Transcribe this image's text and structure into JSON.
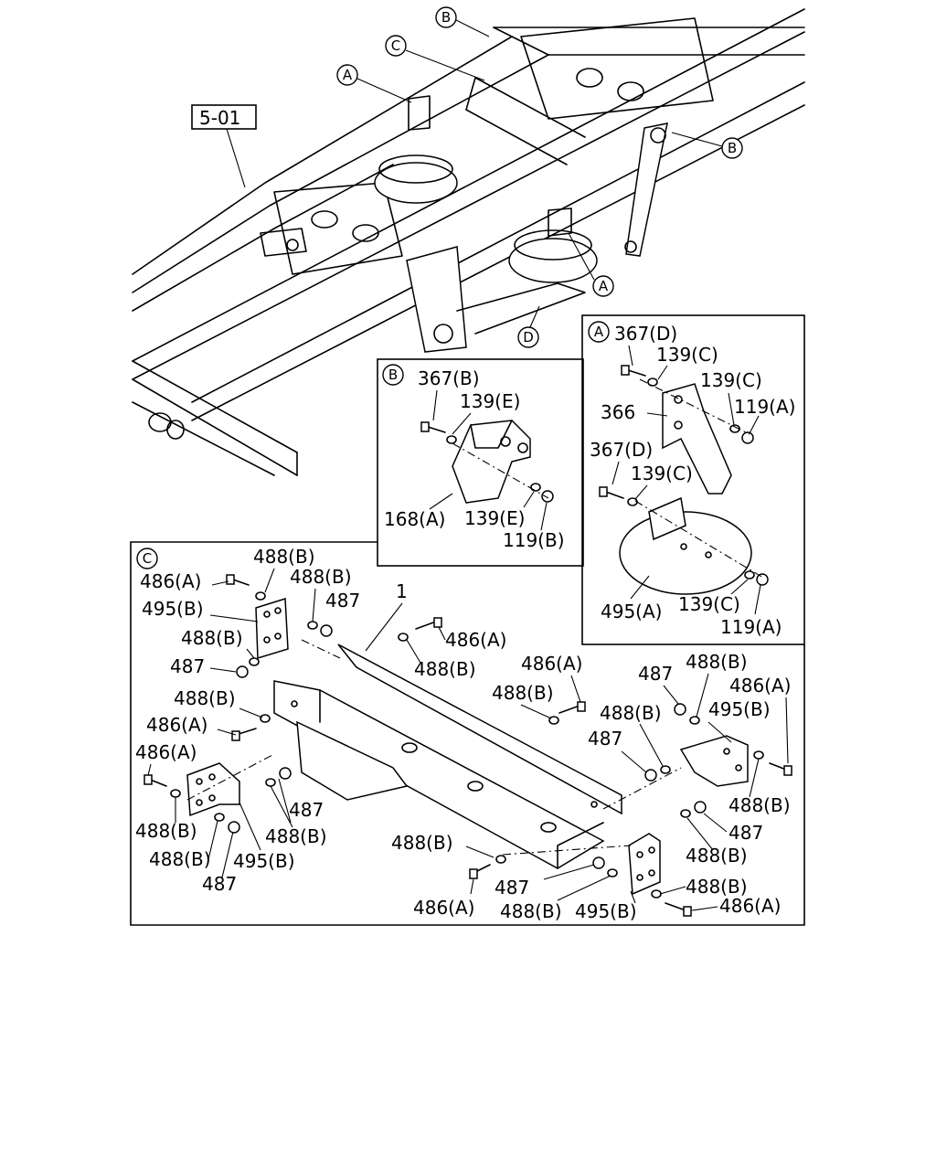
{
  "ref_box": "5-01",
  "callouts": {
    "A": "A",
    "B": "B",
    "C": "C",
    "D": "D"
  },
  "parts": {
    "p1": "1",
    "p119A": "119(A)",
    "p119B": "119(B)",
    "p139C": "139(C)",
    "p139E": "139(E)",
    "p168A": "168(A)",
    "p366": "366",
    "p367B": "367(B)",
    "p367D": "367(D)",
    "p486A": "486(A)",
    "p487": "487",
    "p488B": "488(B)",
    "p495A": "495(A)",
    "p495B": "495(B)"
  }
}
